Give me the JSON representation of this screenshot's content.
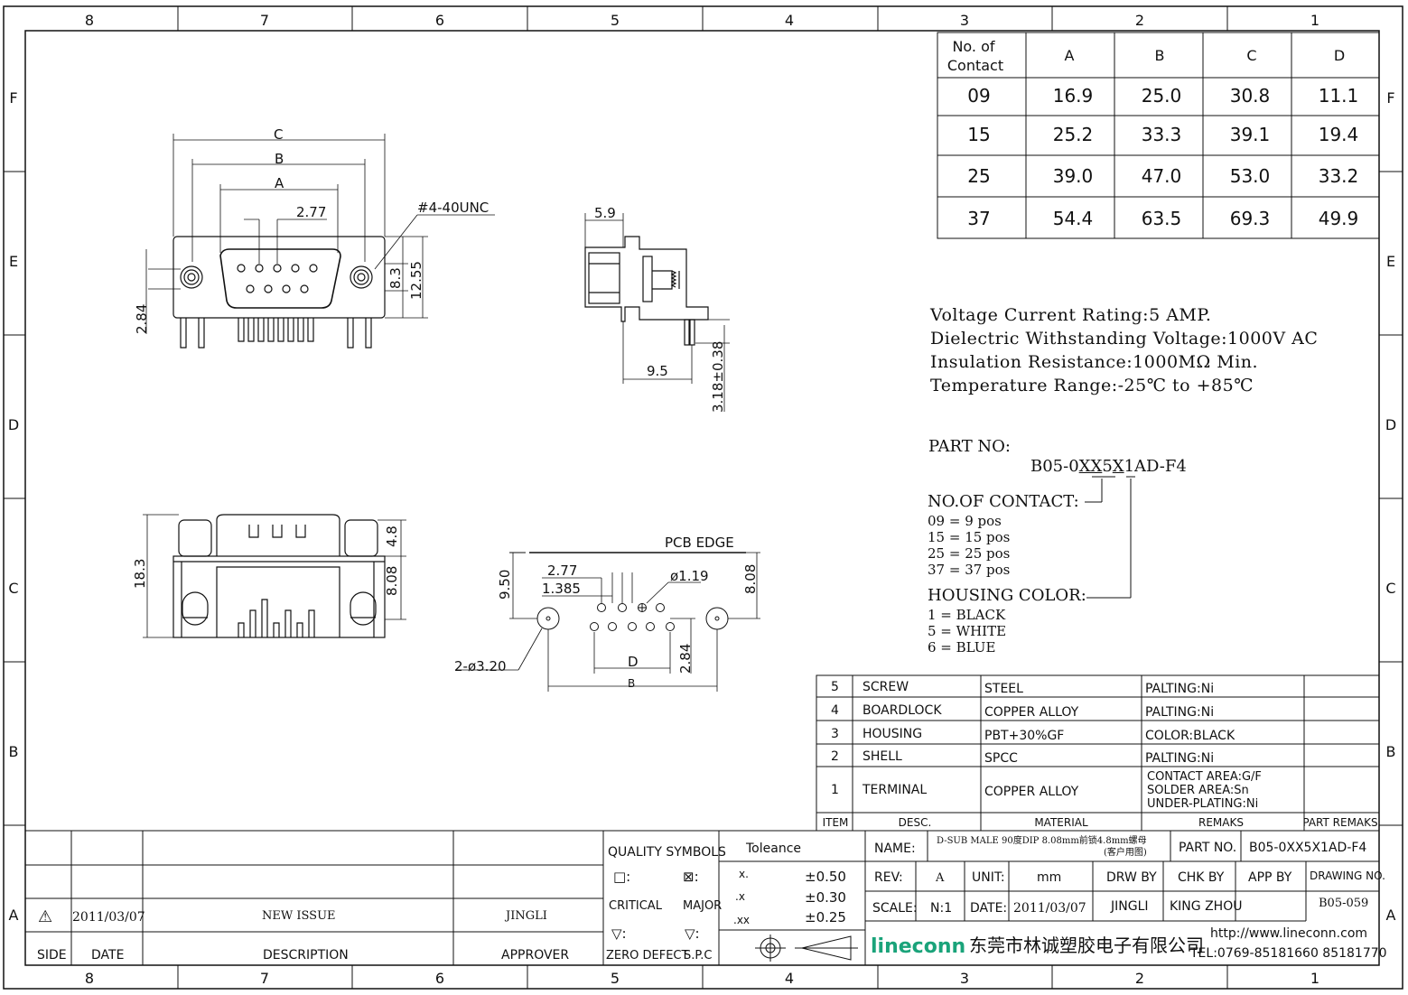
{
  "border": {
    "columns": [
      "8",
      "7",
      "6",
      "5",
      "4",
      "3",
      "2",
      "1"
    ],
    "rows": [
      "F",
      "E",
      "D",
      "C",
      "B",
      "A"
    ]
  },
  "contact_table": {
    "headers": [
      "No. of\nContact",
      "A",
      "B",
      "C",
      "D"
    ],
    "header_line1": "No. of",
    "header_line2": "Contact",
    "cols": [
      "A",
      "B",
      "C",
      "D"
    ],
    "rows": [
      [
        "09",
        "16.9",
        "25.0",
        "30.8",
        "11.1"
      ],
      [
        "15",
        "25.2",
        "33.3",
        "39.1",
        "19.4"
      ],
      [
        "25",
        "39.0",
        "47.0",
        "53.0",
        "33.2"
      ],
      [
        "37",
        "54.4",
        "63.5",
        "69.3",
        "49.9"
      ]
    ]
  },
  "specs": [
    "Voltage Current Rating:5 AMP.",
    "Dielectric Withstanding Voltage:1000V AC",
    "Insulation Resistance:1000MΩ Min.",
    "Temperature Range:-25℃ to +85℃"
  ],
  "part_no": {
    "label": "PART NO:",
    "code_prefix": "B05-0",
    "code_xx": "XX",
    "code_5": "5",
    "code_x": "X",
    "code_suffix": "1AD-F4",
    "contact_title": "NO.OF CONTACT:",
    "contacts": [
      "09 = 9 pos",
      "15 = 15 pos",
      "25 = 25 pos",
      "37 = 37 pos"
    ],
    "color_title": "HOUSING COLOR:",
    "colors": [
      "1 = BLACK",
      "5 = WHITE",
      "6 = BLUE"
    ]
  },
  "dims": {
    "front": {
      "C": "C",
      "B": "B",
      "A": "A",
      "pitch": "2.77",
      "thread": "#4-40UNC",
      "h1": "8.3",
      "h2": "12.55",
      "left": "2.84"
    },
    "side": {
      "top": "5.9",
      "bottom": "9.5",
      "pin": "3.18±0.38"
    },
    "bottom": {
      "height": "18.3",
      "top": "4.8",
      "mid": "8.08"
    },
    "pcb": {
      "edge": "PCB EDGE",
      "h": "9.50",
      "p1": "2.77",
      "p2": "1.385",
      "hole": "ø1.19",
      "right": "8.08",
      "mount": "2-ø3.20",
      "D": "D",
      "B": "B",
      "bottom": "2.84"
    }
  },
  "bom": {
    "rows": [
      [
        "5",
        "SCREW",
        "STEEL",
        "PALTING:Ni",
        ""
      ],
      [
        "4",
        "BOARDLOCK",
        "COPPER ALLOY",
        "PALTING:Ni",
        ""
      ],
      [
        "3",
        "HOUSING",
        "PBT+30%GF",
        "COLOR:BLACK",
        ""
      ],
      [
        "2",
        "SHELL",
        "SPCC",
        "PALTING:Ni",
        ""
      ],
      [
        "1",
        "TERMINAL",
        "COPPER ALLOY",
        "",
        ""
      ]
    ],
    "terminal_remarks": [
      "CONTACT AREA:G/F",
      "SOLDER AREA:Sn",
      "UNDER-PLATING:Ni"
    ],
    "headers": [
      "ITEM",
      "DESC.",
      "MATERIAL",
      "REMAKS",
      "PART REMAKS"
    ]
  },
  "revision": {
    "side": "⚠",
    "date": "2011/03/07",
    "description": "NEW ISSUE",
    "approver": "JINGLI",
    "labels": [
      "SIDE",
      "DATE",
      "DESCRIPTION",
      "APPROVER"
    ]
  },
  "quality": {
    "title": "QUALITY SYMBOLS",
    "critical_sym": "□:",
    "major_sym": "⊠:",
    "critical": "CRITICAL",
    "major": "MAJOR",
    "zd_sym": "▽:",
    "spc_sym": "▽:",
    "zero_defect": "ZERO DEFECT",
    "spc": "S.P.C"
  },
  "tolerance": {
    "title": "Toleance",
    "rows": [
      [
        "x.",
        "±0.50"
      ],
      [
        ".x",
        "±0.30"
      ],
      [
        ".xx",
        "±0.25"
      ]
    ]
  },
  "title_block": {
    "name_label": "NAME:",
    "name_value": "D-SUB MALE 90度DIP 8.08mm前锁4.8mm螺母",
    "name_note": "(客户用图)",
    "partno_label": "PART NO.",
    "partno_value": "B05-0XX5X1AD-F4",
    "rev_label": "REV:",
    "rev_value": "A",
    "unit_label": "UNIT:",
    "unit_value": "mm",
    "drw_label": "DRW BY",
    "chk_label": "CHK BY",
    "app_label": "APP BY",
    "dwgno_label": "DRAWING NO.",
    "dwgno_value": "B05-059",
    "scale_label": "SCALE:",
    "scale_value": "N:1",
    "date_label": "DATE:",
    "date_value": "2011/03/07",
    "drw_value": "JINGLI",
    "chk_value": "KING ZHOU",
    "logo": "lineconn",
    "company": "东莞市林诚塑胶电子有限公司",
    "website": "http://www.lineconn.com",
    "tel": "TEL:0769-85181660 85181770"
  },
  "colors": {
    "logo": "#1aa37a",
    "line": "#111111"
  }
}
